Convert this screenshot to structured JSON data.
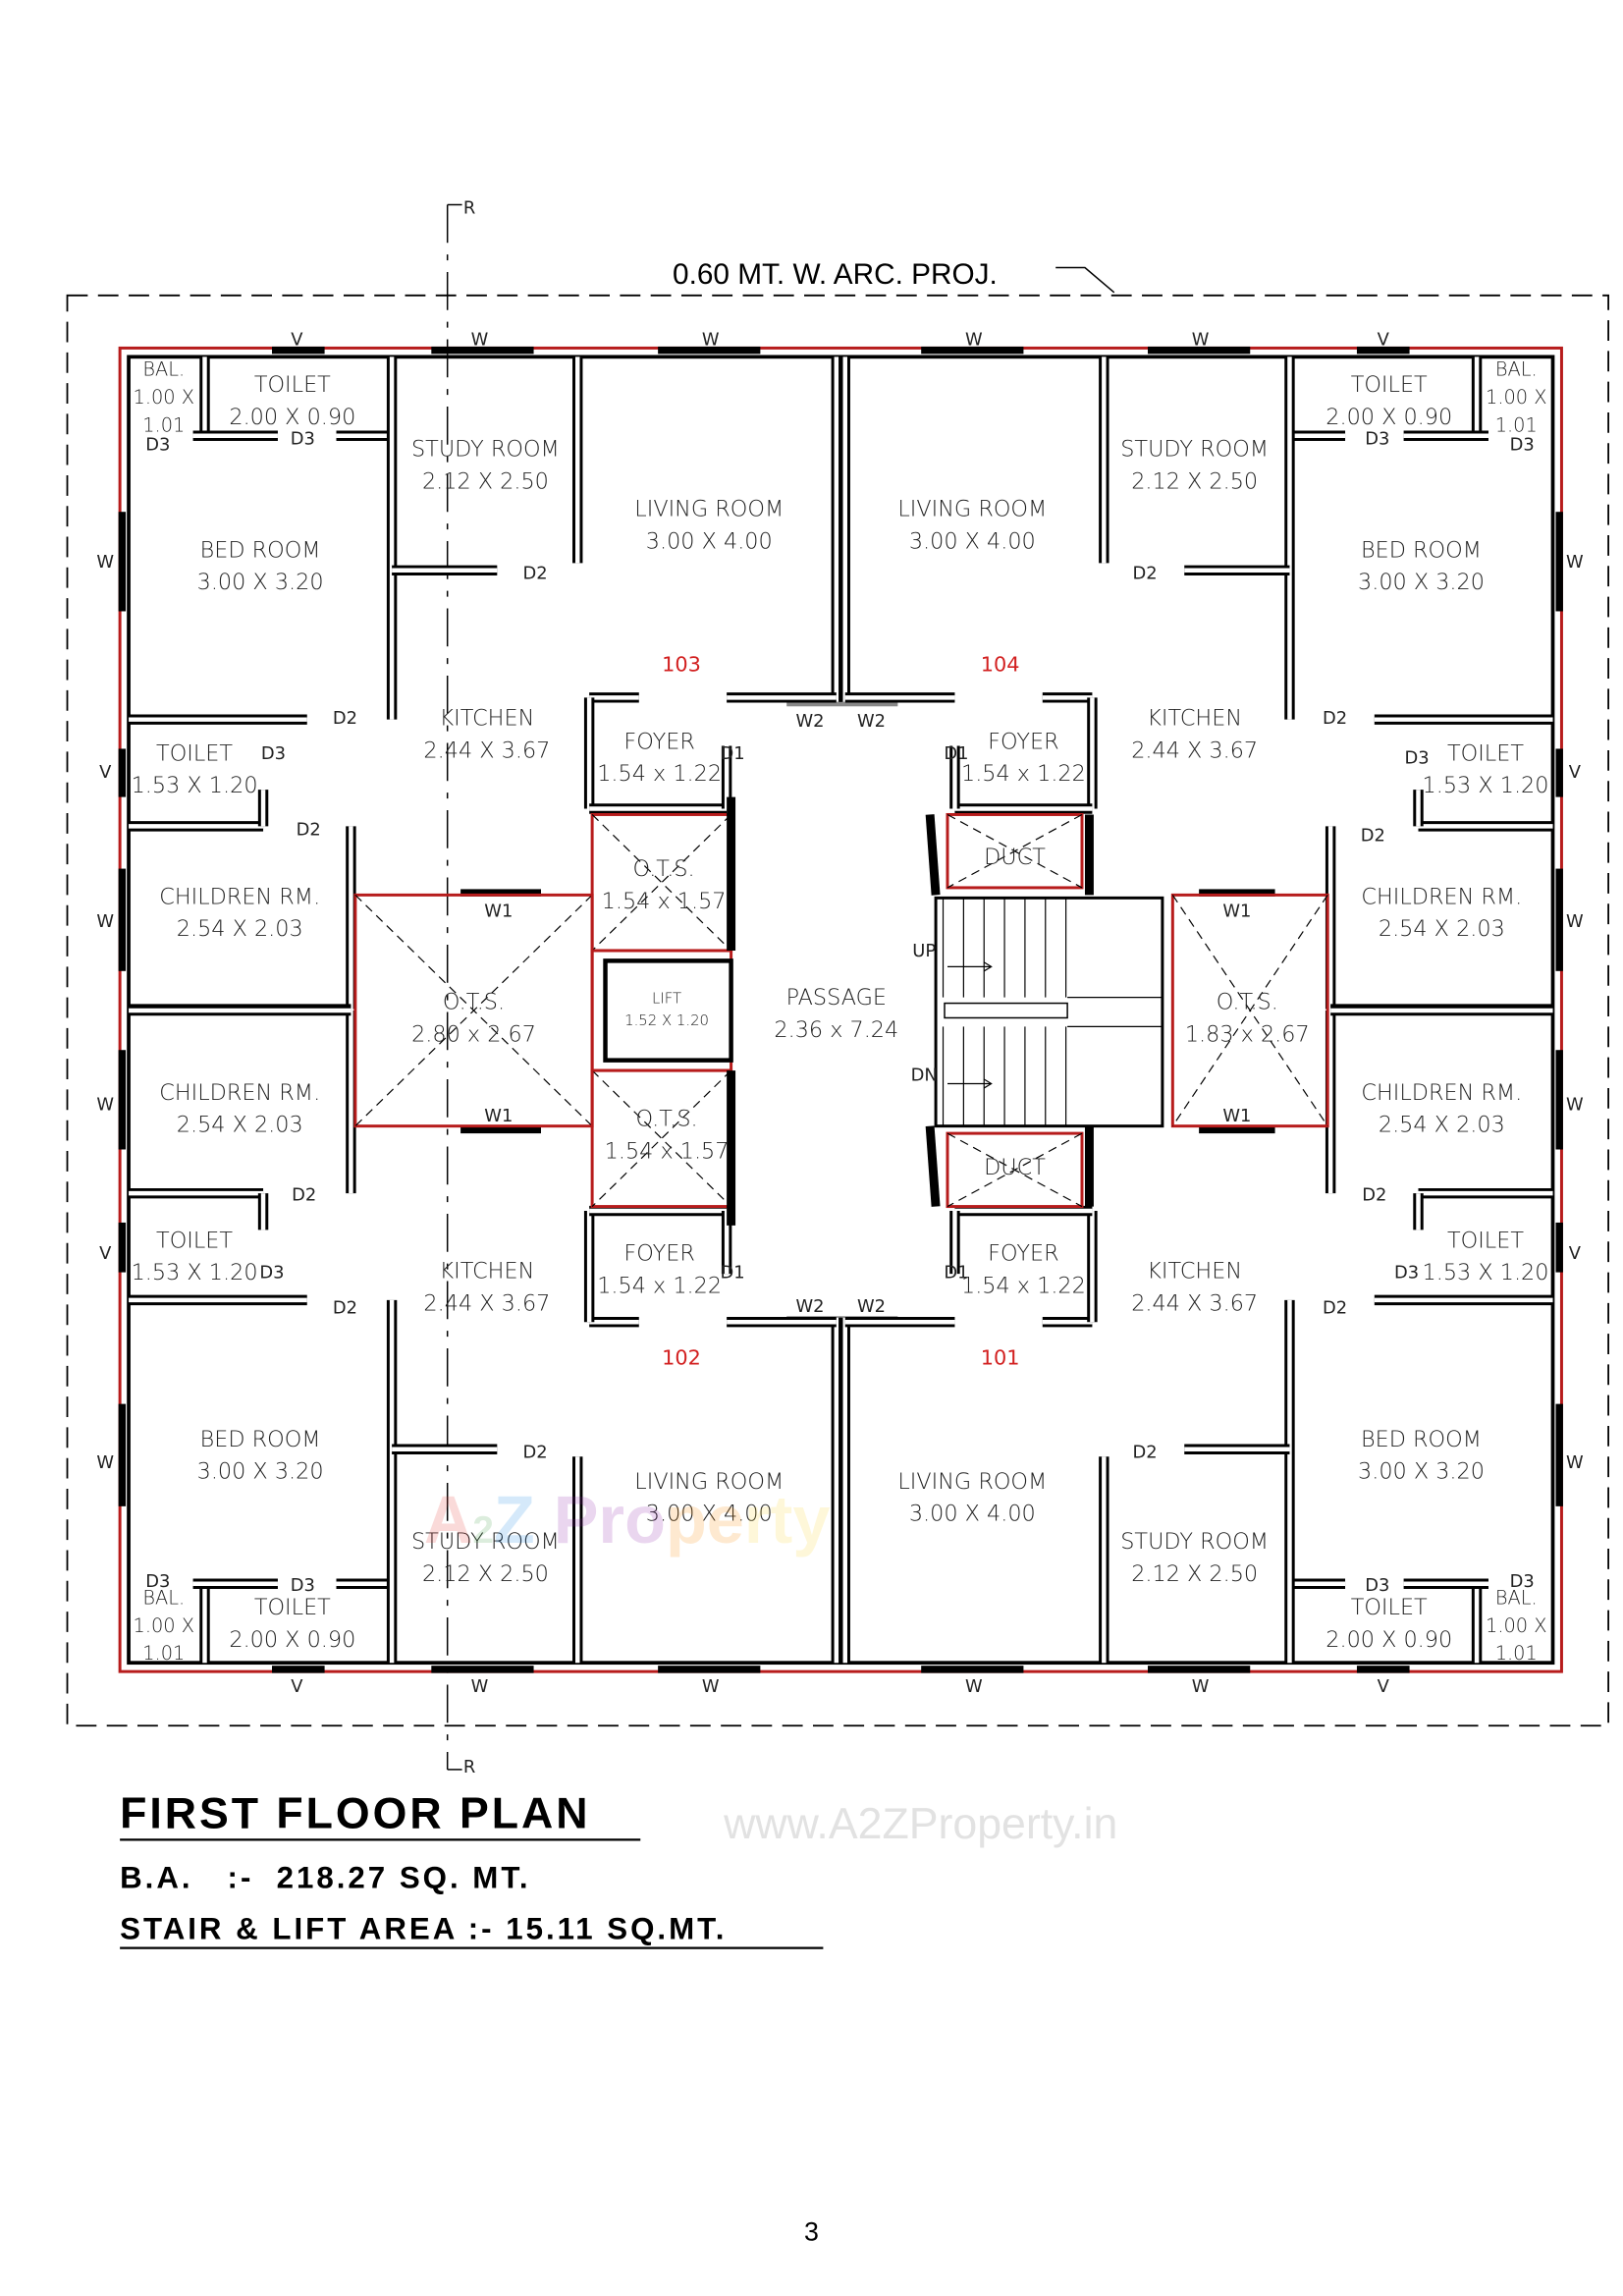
{
  "header": {
    "projection_note": "0.60 MT. W. ARC. PROJ.",
    "section_marker": "R"
  },
  "rooms": [
    {
      "lines": [
        "TOILET",
        "2.00 X 0.90"
      ]
    },
    {
      "lines": [
        "BAL.",
        "1.00 X",
        "1.01"
      ]
    },
    {
      "lines": [
        "STUDY ROOM",
        "2.12 X 2.50"
      ]
    },
    {
      "lines": [
        "LIVING ROOM",
        "3.00 X 4.00"
      ]
    },
    {
      "lines": [
        "LIVING ROOM",
        "3.00 X 4.00"
      ]
    },
    {
      "lines": [
        "STUDY ROOM",
        "2.12 X 2.50"
      ]
    },
    {
      "lines": [
        "TOILET",
        "2.00 X 0.90"
      ]
    },
    {
      "lines": [
        "BAL.",
        "1.00 X",
        "1.01"
      ]
    },
    {
      "lines": [
        "BED ROOM",
        "3.00 X 3.20"
      ]
    },
    {
      "lines": [
        "BED ROOM",
        "3.00 X 3.20"
      ]
    },
    {
      "lines": [
        "KITCHEN",
        "2.44 X 3.67"
      ]
    },
    {
      "lines": [
        "KITCHEN",
        "2.44 X 3.67"
      ]
    },
    {
      "lines": [
        "FOYER",
        "1.54 x 1.22"
      ]
    },
    {
      "lines": [
        "FOYER",
        "1.54 x 1.22"
      ]
    },
    {
      "lines": [
        "TOILET",
        "1.53 X 1.20"
      ]
    },
    {
      "lines": [
        "TOILET",
        "1.53 X 1.20"
      ]
    },
    {
      "lines": [
        "CHILDREN RM.",
        "2.54 X 2.03"
      ]
    },
    {
      "lines": [
        "CHILDREN RM.",
        "2.54 X 2.03"
      ]
    },
    {
      "lines": [
        "O.T.S.",
        "1.54 x 1.57"
      ]
    },
    {
      "lines": [
        "DUCT"
      ]
    },
    {
      "lines": [
        "O.T.S.",
        "2.80 x 2.67"
      ]
    },
    {
      "lines": [
        "LIFT",
        "1.52 X 1.20"
      ]
    },
    {
      "lines": [
        "PASSAGE",
        "2.36 x 7.24"
      ]
    },
    {
      "lines": [
        "O.T.S.",
        "1.83 x 2.67"
      ]
    },
    {
      "lines": [
        "CHILDREN RM.",
        "2.54 X 2.03"
      ]
    },
    {
      "lines": [
        "CHILDREN RM.",
        "2.54 X 2.03"
      ]
    },
    {
      "lines": [
        "O.T.S.",
        "1.54 x 1.57"
      ]
    },
    {
      "lines": [
        "DUCT"
      ]
    },
    {
      "lines": [
        "TOILET",
        "1.53 X 1.20"
      ]
    },
    {
      "lines": [
        "TOILET",
        "1.53 X 1.20"
      ]
    },
    {
      "lines": [
        "FOYER",
        "1.54 x 1.22"
      ]
    },
    {
      "lines": [
        "FOYER",
        "1.54 x 1.22"
      ]
    },
    {
      "lines": [
        "KITCHEN",
        "2.44 X 3.67"
      ]
    },
    {
      "lines": [
        "KITCHEN",
        "2.44 X 3.67"
      ]
    },
    {
      "lines": [
        "BED ROOM",
        "3.00 X 3.20"
      ]
    },
    {
      "lines": [
        "BED ROOM",
        "3.00 X 3.20"
      ]
    },
    {
      "lines": [
        "LIVING ROOM",
        "3.00 X 4.00"
      ]
    },
    {
      "lines": [
        "LIVING ROOM",
        "3.00 X 4.00"
      ]
    },
    {
      "lines": [
        "STUDY ROOM",
        "2.12 X 2.50"
      ]
    },
    {
      "lines": [
        "STUDY ROOM",
        "2.12 X 2.50"
      ]
    },
    {
      "lines": [
        "BAL.",
        "1.00 X",
        "1.01"
      ]
    },
    {
      "lines": [
        "BAL.",
        "1.00 X",
        "1.01"
      ]
    },
    {
      "lines": [
        "TOILET",
        "2.00 X 0.90"
      ]
    },
    {
      "lines": [
        "TOILET",
        "2.00 X 0.90"
      ]
    }
  ],
  "units": [
    "103",
    "104",
    "102",
    "101"
  ],
  "marks": [
    "V",
    "W",
    "W",
    "W",
    "W",
    "V",
    "V",
    "W",
    "W",
    "W",
    "W",
    "V",
    "W",
    "W",
    "V",
    "V",
    "W",
    "W",
    "W",
    "W",
    "V",
    "V",
    "W",
    "W",
    "D3",
    "D3",
    "D2",
    "D2",
    "D3",
    "D2",
    "D1",
    "W2",
    "W2",
    "W1",
    "W1",
    "D2",
    "D3",
    "D2",
    "D1",
    "W2",
    "W2",
    "D2",
    "D3",
    "D3",
    "D3",
    "D3",
    "D2",
    "D2",
    "D3",
    "D2",
    "D1",
    "W1",
    "W1",
    "D2",
    "D3",
    "D2",
    "D1",
    "D2",
    "D3",
    "D3",
    "UP",
    "DN"
  ],
  "footer": {
    "title": "FIRST FLOOR PLAN",
    "built_area": "B.A.   :-  218.27 SQ. MT.",
    "stair_lift_area": "STAIR & LIFT AREA :- 15.11 SQ.MT.",
    "watermark_url": "www.A2ZProperty.in",
    "watermark_logo": "A2Z Property",
    "page_number": "3"
  },
  "colors": {
    "wall": "#000000",
    "outline": "#b71c1c",
    "unit_number": "#d21f1f"
  }
}
